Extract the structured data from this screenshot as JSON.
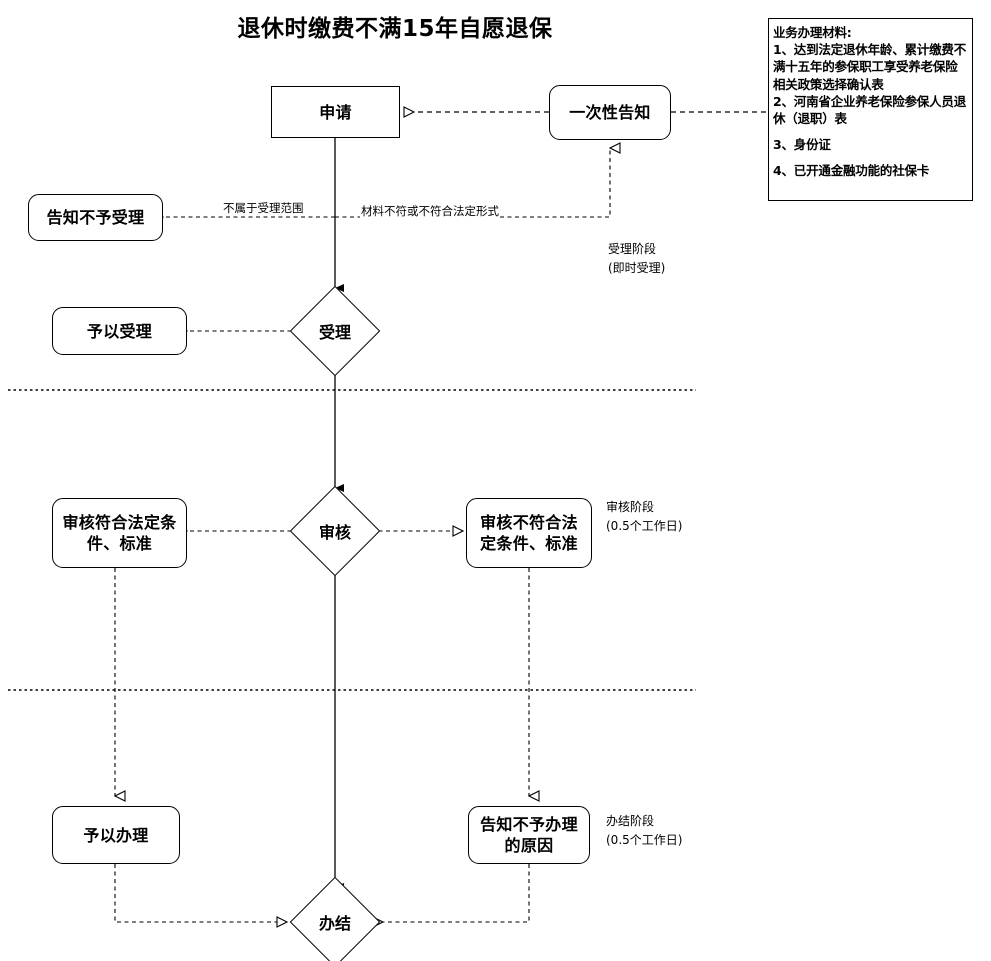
{
  "diagram": {
    "title": "退休时缴费不满15年自愿退保",
    "type": "flowchart"
  },
  "nodes": {
    "shenqing": {
      "label": "申请",
      "shape": "rectangle"
    },
    "yicixing_gaozhi": {
      "label": "一次性告知",
      "shape": "rounded-rectangle"
    },
    "gaozhi_buyu_shouli": {
      "label": "告知不予受理",
      "shape": "rounded-rectangle"
    },
    "shouli_diamond": {
      "label": "受理",
      "shape": "diamond"
    },
    "yuyi_shouli": {
      "label": "予以受理",
      "shape": "rounded-rectangle"
    },
    "shenhe_diamond": {
      "label": "审核",
      "shape": "diamond"
    },
    "shenhe_fuhe": {
      "label": "审核符合法定条件、标准",
      "shape": "rounded-rectangle"
    },
    "shenhe_bufuhe": {
      "label": "审核不符合法定条件、标准",
      "shape": "rounded-rectangle"
    },
    "yuyi_banli": {
      "label": "予以办理",
      "shape": "rounded-rectangle"
    },
    "gaozhi_buyu_banli": {
      "label": "告知不予办理的原因",
      "shape": "rounded-rectangle"
    },
    "banjie_diamond": {
      "label": "办结",
      "shape": "diamond"
    }
  },
  "edge_labels": {
    "bushuyu_shouli_fanwei": "不属于受理范围",
    "cailiao_bufu": "材料不符或不符合法定形式"
  },
  "stage_notes": {
    "shouli": {
      "line1": "受理阶段",
      "line2": "(即时受理)"
    },
    "shenhe": {
      "line1": "审核阶段",
      "line2": "(0.5个工作日)"
    },
    "banjie": {
      "line1": "办结阶段",
      "line2": "(0.5个工作日)"
    }
  },
  "materials": {
    "heading": "业务办理材料:",
    "item1": "1、达到法定退休年龄、累计缴费不满十五年的参保职工享受养老保险相关政策选择确认表",
    "item2": "2、河南省企业养老保险参保人员退休（退职）表",
    "item3": "3、身份证",
    "item4": "4、已开通金融功能的社保卡"
  },
  "colors": {
    "stroke": "#000000",
    "background": "#ffffff"
  }
}
